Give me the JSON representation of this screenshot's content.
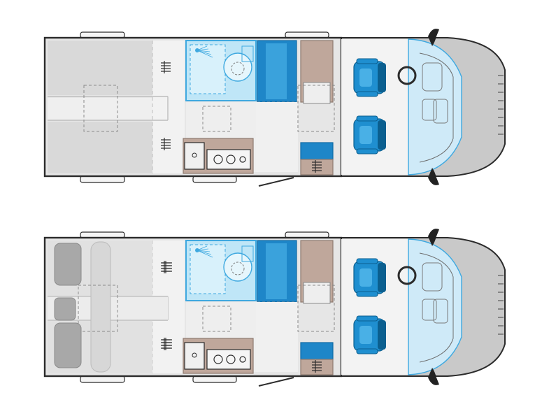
{
  "diagram": {
    "type": "floor-plan",
    "subject": "camper-van-layout",
    "views": [
      {
        "id": "plan-top",
        "variant": "daytime-seating"
      },
      {
        "id": "plan-bottom",
        "variant": "night-beds-made-up"
      }
    ],
    "colors": {
      "outline": "#2b2b2b",
      "floor": "#e6e6e6",
      "floor_light": "#f2f2f2",
      "bed_panel": "#d9d9d9",
      "bathroom_blue": "#bfe6f7",
      "bathroom_line": "#3fa9e0",
      "seat_blue": "#1f8fd0",
      "seat_dark": "#0b5f8f",
      "wardrobe_blue": "#1e86c8",
      "wood": "#bfa79b",
      "cab_gray": "#c9c9c9",
      "windshield_blue": "#cfeaf8",
      "pillow": "#a8a8a8",
      "mirror": "#222222"
    },
    "icons": [
      "sink-icon",
      "stove-icon",
      "shower-icon",
      "toilet-icon",
      "seat-icon",
      "steering-wheel-icon",
      "mirror-icon",
      "vent-grid-icon",
      "pillow-icon",
      "door-icon"
    ]
  }
}
